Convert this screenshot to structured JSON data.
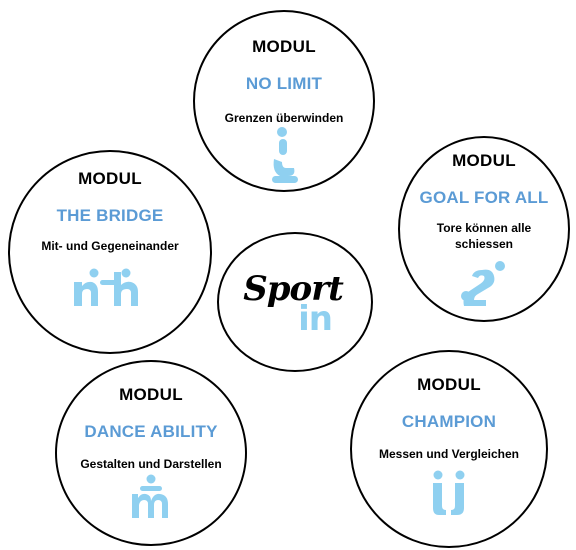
{
  "colors": {
    "accent": "#5b9bd5",
    "icon": "#8fd0f0",
    "text": "#000000",
    "border": "#000000"
  },
  "center": {
    "logo_word_top": "Sport",
    "logo_word_bottom": "in"
  },
  "modules": [
    {
      "id": "no-limit",
      "label": "MODUL",
      "title": "NO LIMIT",
      "subtitle": "Grenzen  überwinden",
      "icon": "nolimit-figure-icon"
    },
    {
      "id": "the-bridge",
      "label": "MODUL",
      "title": "THE BRIDGE",
      "subtitle": "Mit- und Gegeneinander",
      "icon": "bridge-figures-icon"
    },
    {
      "id": "goal-for-all",
      "label": "MODUL",
      "title": "GOAL FOR ALL",
      "subtitle": "Tore können alle schiessen",
      "icon": "goal-figure-icon"
    },
    {
      "id": "dance-ability",
      "label": "MODUL",
      "title": "DANCE ABILITY",
      "subtitle": "Gestalten und Darstellen",
      "icon": "dance-figure-icon"
    },
    {
      "id": "champion",
      "label": "MODUL",
      "title": "CHAMPION",
      "subtitle": "Messen und Vergleichen",
      "icon": "champion-figures-icon"
    }
  ]
}
